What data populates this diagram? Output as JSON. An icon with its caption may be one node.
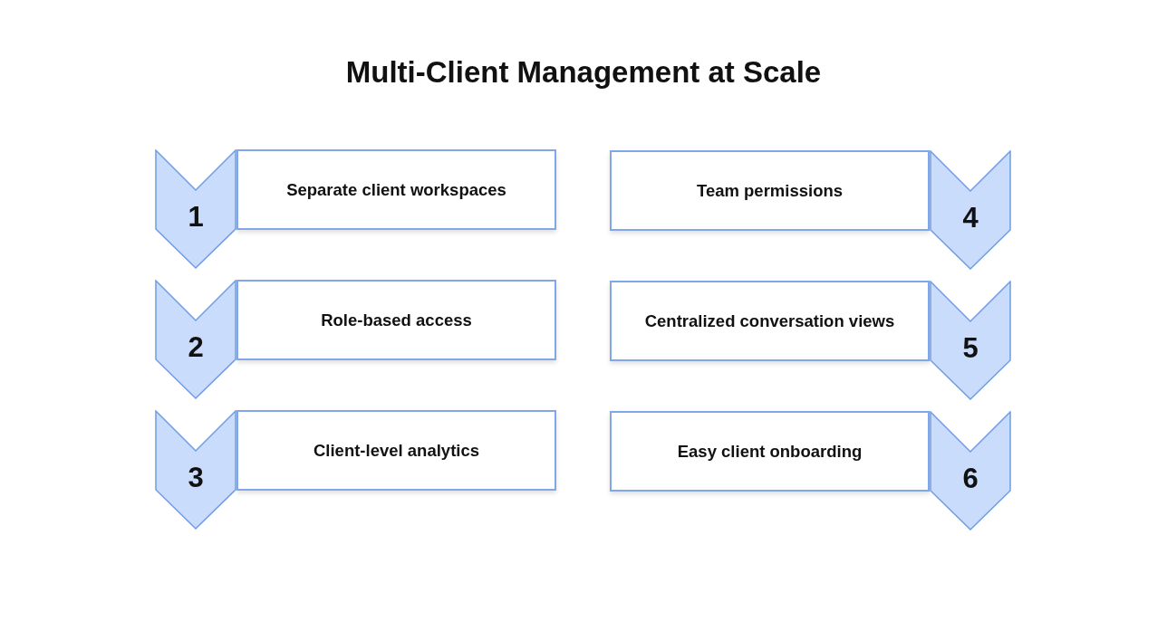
{
  "diagram": {
    "title": "Multi-Client Management at Scale",
    "nodes": [
      {
        "text": [
          "1"
        ]
      },
      {
        "text": [
          "Separate client workspaces"
        ]
      },
      {
        "text": [
          "2"
        ]
      },
      {
        "text": [
          "Role-based access"
        ]
      },
      {
        "text": [
          "3"
        ]
      },
      {
        "text": [
          "Client-level analytics"
        ]
      },
      {
        "text": [
          "Team permissions"
        ]
      },
      {
        "text": [
          "4"
        ]
      },
      {
        "text": [
          "Centralized conversation views"
        ]
      },
      {
        "text": [
          "5"
        ]
      },
      {
        "text": [
          "Easy client onboarding"
        ]
      },
      {
        "text": [
          "6"
        ]
      }
    ],
    "edges": []
  }
}
